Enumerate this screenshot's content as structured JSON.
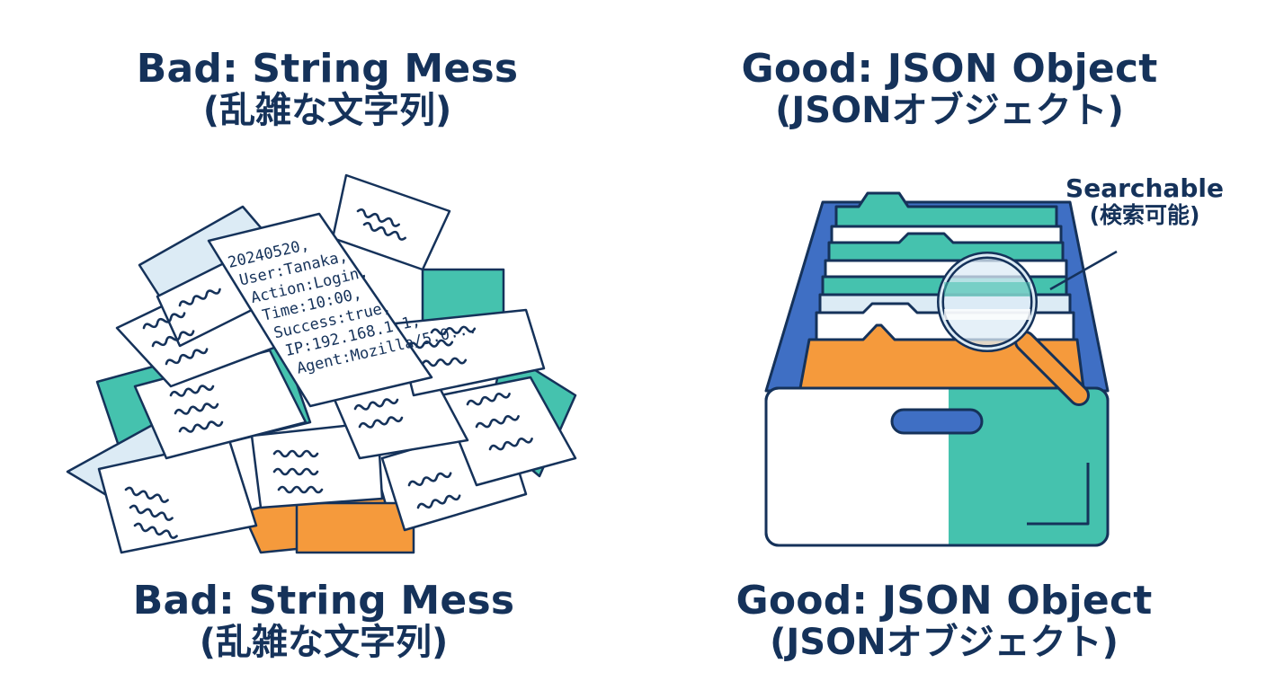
{
  "bad": {
    "title": "Bad: String Mess",
    "subtitle": "(乱雑な文字列)",
    "log_lines": [
      "20240520,",
      "User:Tanaka,",
      "Action:Login,",
      "Time:10:00,",
      "Success:true,",
      "IP:192.168.1.1,",
      "Agent:Mozilla/5.0..."
    ]
  },
  "good": {
    "title": "Good: JSON Object",
    "subtitle": "(JSONオブジェクト)",
    "callout": "Searchable",
    "callout_sub": "(検索可能)"
  },
  "colors": {
    "navy": "#15325a",
    "blue": "#3f6fc4",
    "teal": "#45c2ae",
    "light_blue": "#dcebf5",
    "orange": "#f59a3c",
    "white": "#ffffff"
  },
  "icons": [
    "paper-pile-illustration",
    "file-drawer-illustration",
    "magnifier-icon"
  ]
}
